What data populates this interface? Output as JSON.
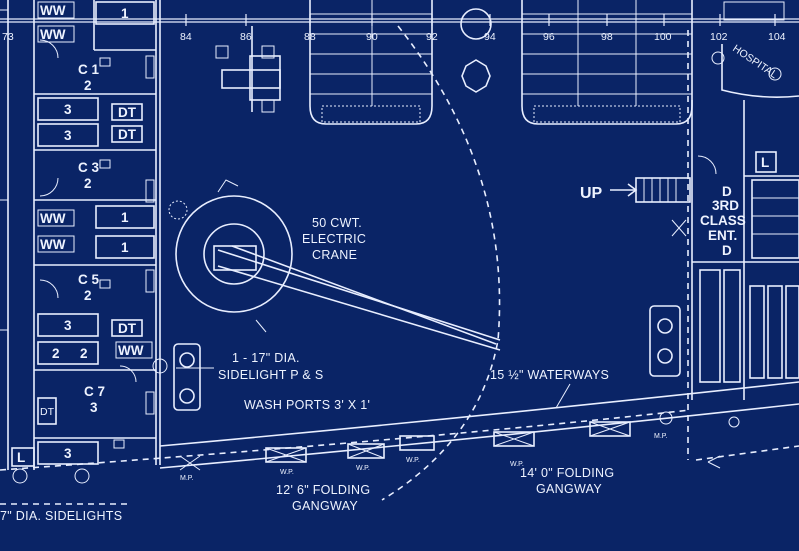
{
  "frames": [
    "73",
    "84",
    "86",
    "88",
    "90",
    "92",
    "94",
    "96",
    "98",
    "100",
    "102",
    "104"
  ],
  "labels": {
    "crane": [
      "50 CWT.",
      "ELECTRIC",
      "CRANE"
    ],
    "sidelight": "1 - 17\" DIA.",
    "sidelight2": "SIDELIGHT P & S",
    "wash_ports": "WASH PORTS  3' X 1'",
    "waterways": "15 ½\"  WATERWAYS",
    "gangway_a": [
      "12' 6\"  FOLDING",
      "GANGWAY"
    ],
    "gangway_b": [
      "14' 0\"  FOLDING",
      "GANGWAY"
    ],
    "bottom_sidelights": "7\" DIA. SIDELIGHTS",
    "up": "UP",
    "third_class": [
      "D",
      "3RD",
      "CLASS",
      "ENT.",
      "D"
    ],
    "hospital": "HOSPITAL",
    "L": "L",
    "DT": "DT",
    "WW": "WW",
    "wp": "W.P.",
    "mp": "M.P."
  },
  "cabins": [
    {
      "id": "C 1",
      "n": "2"
    },
    {
      "id": "C 3",
      "n": "2"
    },
    {
      "id": "C 5",
      "n": "2"
    },
    {
      "id": "C 7",
      "n": "3"
    }
  ],
  "berths": [
    "3",
    "3",
    "1",
    "1",
    "3",
    "1",
    "2",
    "3"
  ]
}
